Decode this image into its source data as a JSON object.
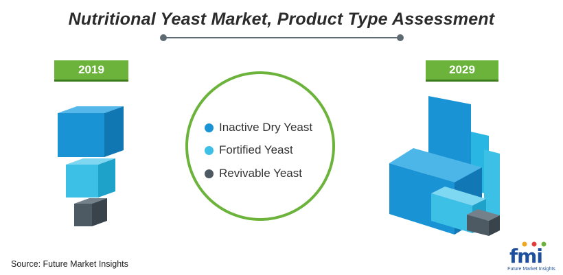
{
  "chart_data": {
    "type": "stacked-block",
    "title": "Nutritional Yeast Market, Product Type Assessment",
    "years": [
      "2019",
      "2029"
    ],
    "series": [
      {
        "name": "Inactive Dry Yeast",
        "color": "#1a93d4"
      },
      {
        "name": "Fortified Yeast",
        "color": "#3cc0e6"
      },
      {
        "name": "Revivable Yeast",
        "color": "#4d5a63"
      }
    ]
  },
  "footer": {
    "source": "Source: Future Market Insights",
    "logo_text": "fmi",
    "logo_subtext": "Future Market Insights"
  },
  "colors": {
    "accent": "#6bb33a",
    "title_line": "#5e6a72"
  }
}
